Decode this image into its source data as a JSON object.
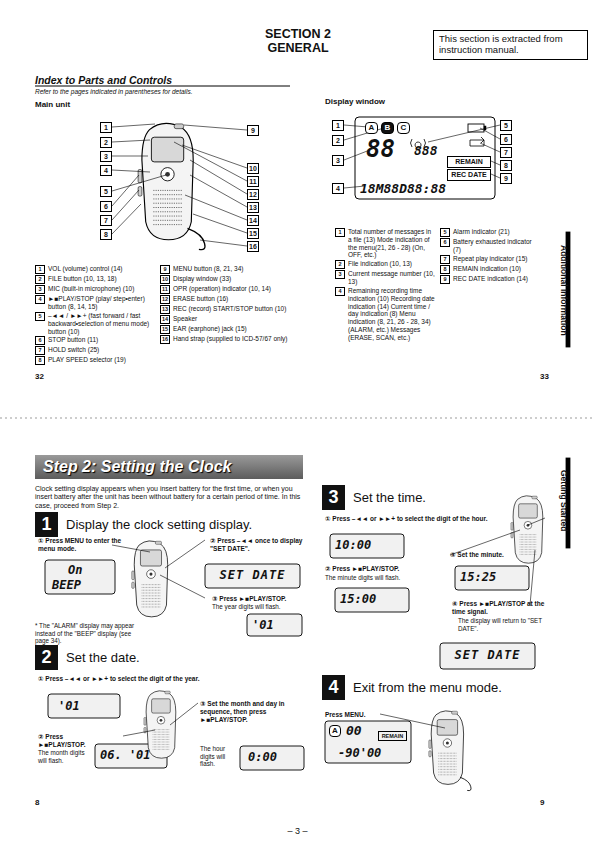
{
  "diagram": {
    "title": "SECTION 2 GENERAL",
    "nodes": [
      {
        "text": [
          "This section is extracted from instruction manual."
        ]
      },
      {
        "text": [
          "1"
        ]
      },
      {
        "text": [
          "2"
        ]
      },
      {
        "text": [
          "3"
        ]
      },
      {
        "text": [
          "4"
        ]
      },
      {
        "text": [
          "5"
        ]
      },
      {
        "text": [
          "6"
        ]
      },
      {
        "text": [
          "7"
        ]
      },
      {
        "text": [
          "8"
        ]
      },
      {
        "text": [
          "9"
        ]
      },
      {
        "text": [
          "10"
        ]
      },
      {
        "text": [
          "11"
        ]
      },
      {
        "text": [
          "12"
        ]
      },
      {
        "text": [
          "13"
        ]
      },
      {
        "text": [
          "14"
        ]
      },
      {
        "text": [
          "15"
        ]
      },
      {
        "text": [
          "16"
        ]
      },
      {
        "text": [
          "1"
        ]
      },
      {
        "text": [
          "2"
        ]
      },
      {
        "text": [
          "3"
        ]
      },
      {
        "text": [
          "4"
        ]
      },
      {
        "text": [
          "5"
        ]
      },
      {
        "text": [
          "6"
        ]
      },
      {
        "text": [
          "7"
        ]
      },
      {
        "text": [
          "8"
        ]
      },
      {
        "text": [
          "9"
        ]
      },
      {
        "text": [
          "1",
          "VOL (volume) control (14)"
        ]
      },
      {
        "text": [
          "2",
          "FILE button (10, 13, 18)"
        ]
      },
      {
        "text": [
          "3",
          "MIC (built-in microphone) (10)"
        ]
      },
      {
        "text": [
          "4",
          "►■PLAY/STOP (play/ step•enter) button (8, 14, 15)"
        ]
      },
      {
        "text": [
          "5",
          "–◄◄ / ►►+ (fast forward / fast backward•selection of menu mode) button (10)"
        ]
      },
      {
        "text": [
          "6",
          "STOP button (11)"
        ]
      },
      {
        "text": [
          "7",
          "HOLD switch (25)"
        ]
      },
      {
        "text": [
          "8",
          "PLAY SPEED selector (19)"
        ]
      },
      {
        "text": [
          "9",
          "MENU button (8, 21, 34)"
        ]
      },
      {
        "text": [
          "10",
          "Display window (33)"
        ]
      },
      {
        "text": [
          "11",
          "OPR (operation) indicator (10, 14)"
        ]
      },
      {
        "text": [
          "12",
          "ERASE button (16)"
        ]
      },
      {
        "text": [
          "13",
          "REC (record) START/STOP button (10)"
        ]
      },
      {
        "text": [
          "14",
          "Speaker"
        ]
      },
      {
        "text": [
          "15",
          "EAR (earphone) jack (15)"
        ]
      },
      {
        "text": [
          "16",
          "Hand strap (supplied to ICD-57/67 only)"
        ]
      },
      {
        "text": [
          "1",
          "Total number of messages in a file (13) Mode indication of the menu(21, 26 - 28) (On, OFF, etc.)"
        ]
      },
      {
        "text": [
          "2",
          "File indication (10, 13)"
        ]
      },
      {
        "text": [
          "3",
          "Current message number (10, 13)"
        ]
      },
      {
        "text": [
          "4",
          "Remaining recording time indication (10) Recording date indication (14) Current time / day indication (8) Menu indication (8, 21, 26 - 28, 34) (ALARM, etc.) Messages (ERASE, SCAN, etc.)"
        ]
      },
      {
        "text": [
          "5",
          "Alarm indicator (21)"
        ]
      },
      {
        "text": [
          "6",
          "Battery exhausted indicator (7)"
        ]
      },
      {
        "text": [
          "7",
          "Repeat play indicator (15)"
        ]
      },
      {
        "text": [
          "8",
          "REMAIN indication (10)"
        ]
      },
      {
        "text": [
          "9",
          "REC DATE indication (14)"
        ]
      },
      {
        "text": [
          "Step 2: Setting the Clock"
        ]
      },
      {
        "text": [
          "1",
          "Display the clock setting display."
        ]
      },
      {
        "text": [
          "2",
          "Set the date."
        ]
      },
      {
        "text": [
          "3",
          "Set the time."
        ]
      },
      {
        "text": [
          "4",
          "Exit from the menu mode."
        ]
      }
    ],
    "labels": [
      "Index to Parts and Controls",
      "Refer to the pages indicated in parentheses for details.",
      "Main unit",
      "Display window",
      "A",
      "B",
      "C",
      "88",
      "888",
      "REMAIN",
      "REC DATE",
      "18M88D88:88",
      "Additional Information",
      "32",
      "33",
      "Clock setting display appears when you insert battery for the first time, or when you insert battery after the unit has been without battery for a certain period of time. In this case, proceed from Step 2.",
      "① Press MENU to enter the menu mode.",
      "On",
      "BEEP",
      "② Press –◄◄ once to display \"SET DATE\".",
      "SET DATE",
      "③ Press ►■PLAY/STOP.",
      "The year digits will flash.",
      "'01",
      "* The \"ALARM\" display may appear instead of the \"BEEP\" display (see page 34).",
      "① Press –◄◄ or ►►+ to select the digit of the year.",
      "'01",
      "② Press ►■PLAY/STOP.",
      "The month digits will flash.",
      "06. '01",
      "③ Set the month and day in sequence, then press ►■PLAY/STOP.",
      "The hour digits will flash.",
      "0:00",
      "8",
      "① Press –◄◄ or ►►+ to select the digit of the hour.",
      "10:00",
      "② Press ►■PLAY/STOP.",
      "The minute digits will flash.",
      "15:00",
      "③ Set the minute.",
      "15:25",
      "④ Press ►■PLAY/STOP at the time signal.",
      "The display will return to \"SET DATE\".",
      "SET DATE",
      "Press MENU.",
      "A",
      "00",
      "REMAIN",
      "-90'00",
      "Getting Started",
      "9",
      "– 3 –"
    ]
  }
}
